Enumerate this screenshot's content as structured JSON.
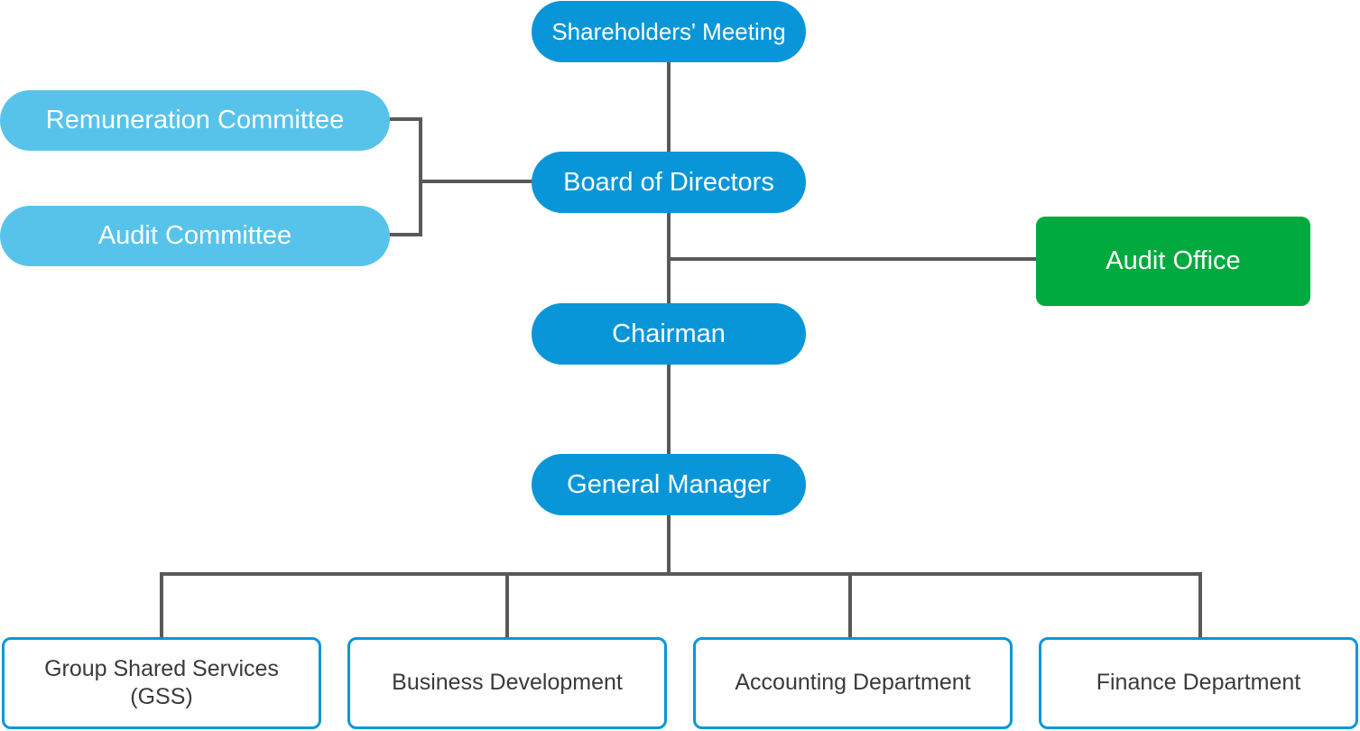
{
  "chart": {
    "top": {
      "shareholders": "Shareholders' Meeting"
    },
    "committees": {
      "remuneration": "Remuneration Committee",
      "audit": "Audit Committee"
    },
    "core": {
      "board": "Board of Directors",
      "chairman": "Chairman",
      "general_manager": "General Manager"
    },
    "side": {
      "audit_office": "Audit Office"
    },
    "departments": {
      "gss_line1": "Group Shared Services",
      "gss_line2": "(GSS)",
      "business_development": "Business Development",
      "accounting": "Accounting Department",
      "finance": "Finance Department"
    }
  },
  "colors": {
    "primary_blue": "#0996d8",
    "light_blue": "#57c3ea",
    "green": "#00aa3f",
    "connector": "#595959",
    "dept_text": "#3a3a3a"
  }
}
